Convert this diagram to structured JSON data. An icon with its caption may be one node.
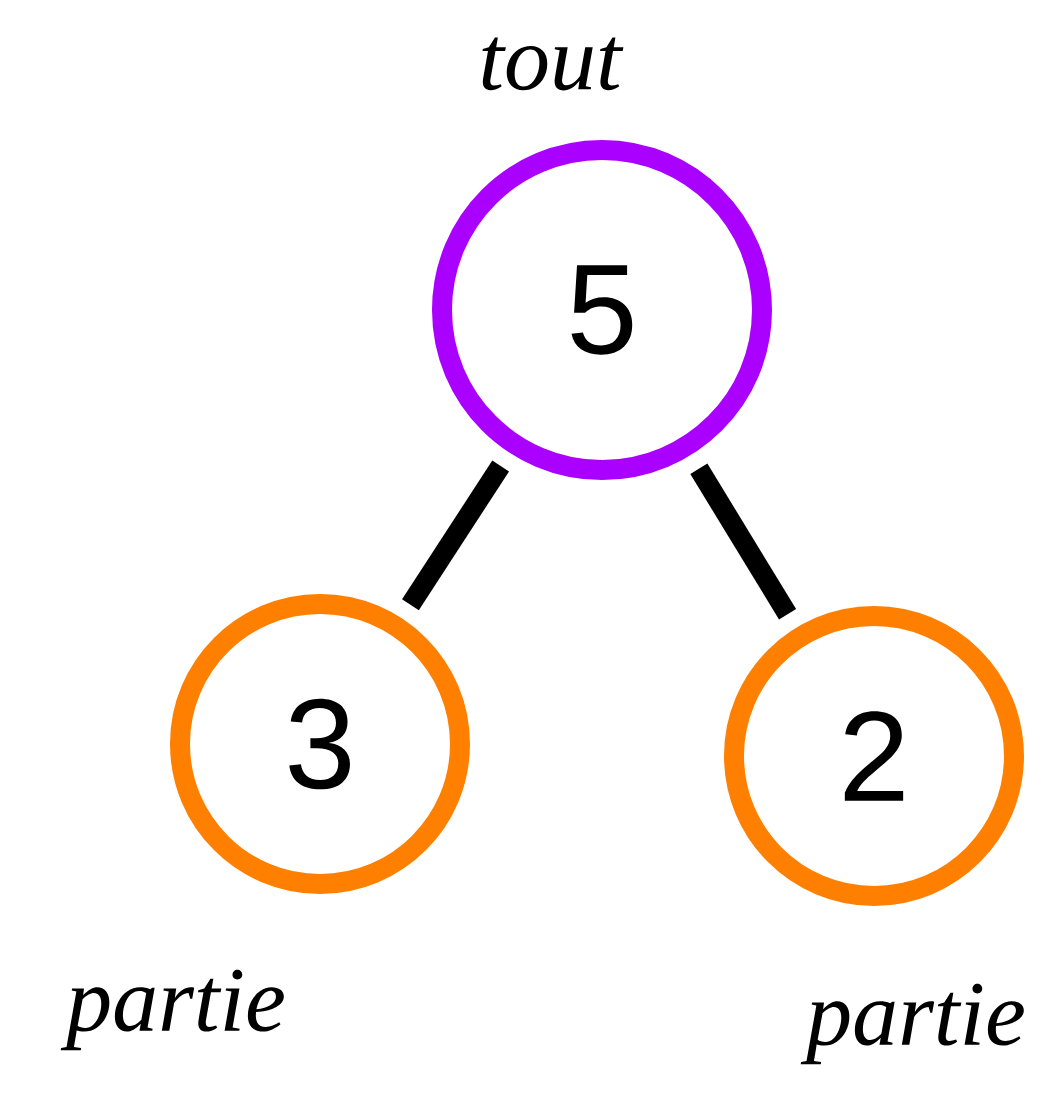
{
  "diagram": {
    "nodes": [
      {
        "text": [
          "5"
        ],
        "beside": [
          "tout"
        ]
      },
      {
        "text": [
          "3"
        ],
        "beside": [
          "partie"
        ]
      },
      {
        "text": [
          "2"
        ],
        "beside": [
          "partie"
        ]
      }
    ],
    "edges": [
      {
        "from": 0,
        "to": 1,
        "arrow": "none"
      },
      {
        "from": 0,
        "to": 2,
        "arrow": "none"
      }
    ]
  }
}
